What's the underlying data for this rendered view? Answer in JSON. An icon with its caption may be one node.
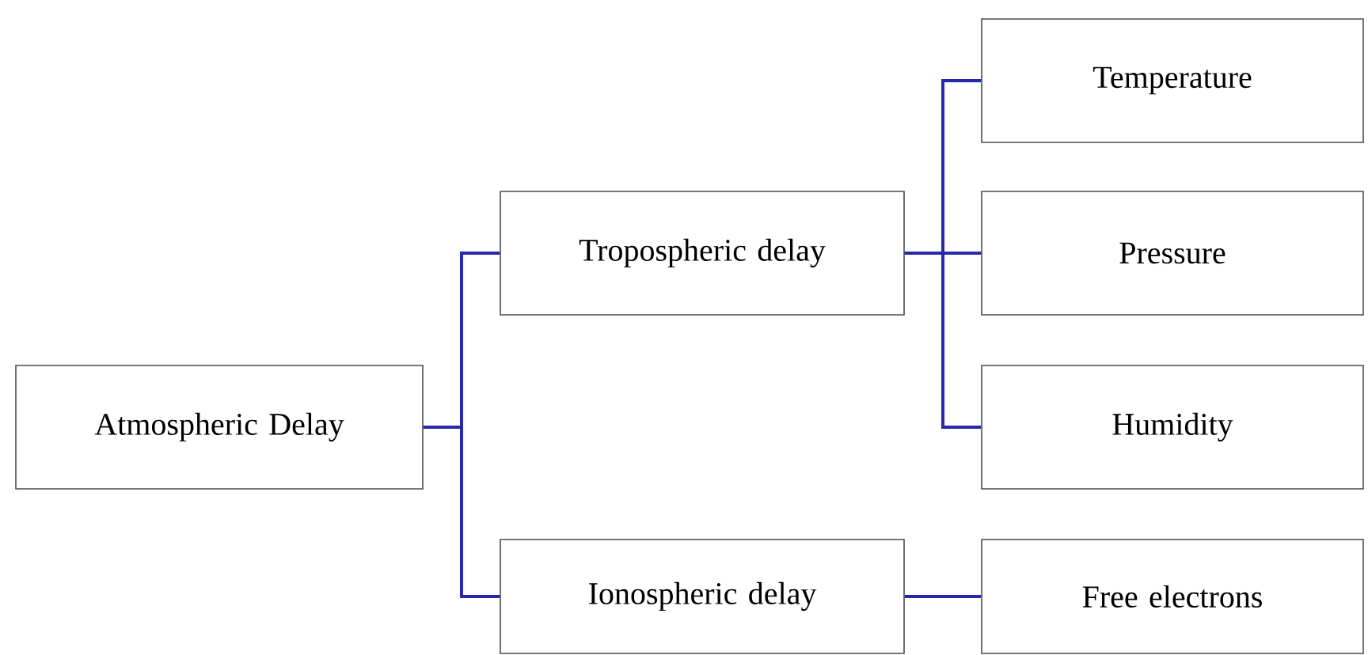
{
  "diagram": {
    "nodes": [
      {
        "text": [
          "Atmospheric Delay"
        ]
      },
      {
        "text": [
          "Tropospheric delay"
        ]
      },
      {
        "text": [
          "Ionospheric delay"
        ]
      },
      {
        "text": [
          "Temperature"
        ]
      },
      {
        "text": [
          "Pressure"
        ]
      },
      {
        "text": [
          "Humidity"
        ]
      },
      {
        "text": [
          "Free electrons"
        ]
      }
    ],
    "edges": [
      {
        "from": 0,
        "to": 1,
        "arrow": "none"
      },
      {
        "from": 0,
        "to": 2,
        "arrow": "none"
      },
      {
        "from": 1,
        "to": 3,
        "arrow": "none"
      },
      {
        "from": 1,
        "to": 4,
        "arrow": "none"
      },
      {
        "from": 1,
        "to": 5,
        "arrow": "none"
      },
      {
        "from": 2,
        "to": 6,
        "arrow": "none"
      }
    ]
  }
}
